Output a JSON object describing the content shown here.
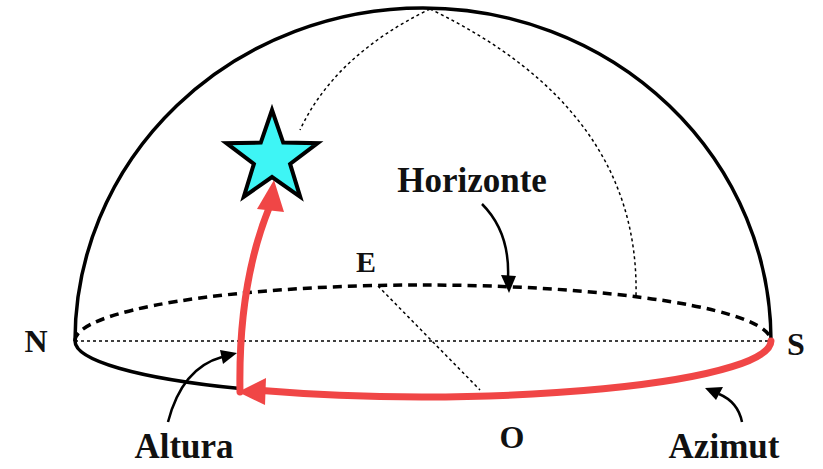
{
  "diagram": {
    "labels": [
      "N",
      "E",
      "S",
      "O",
      "Horizonte",
      "Altura",
      "Azimut"
    ]
  }
}
